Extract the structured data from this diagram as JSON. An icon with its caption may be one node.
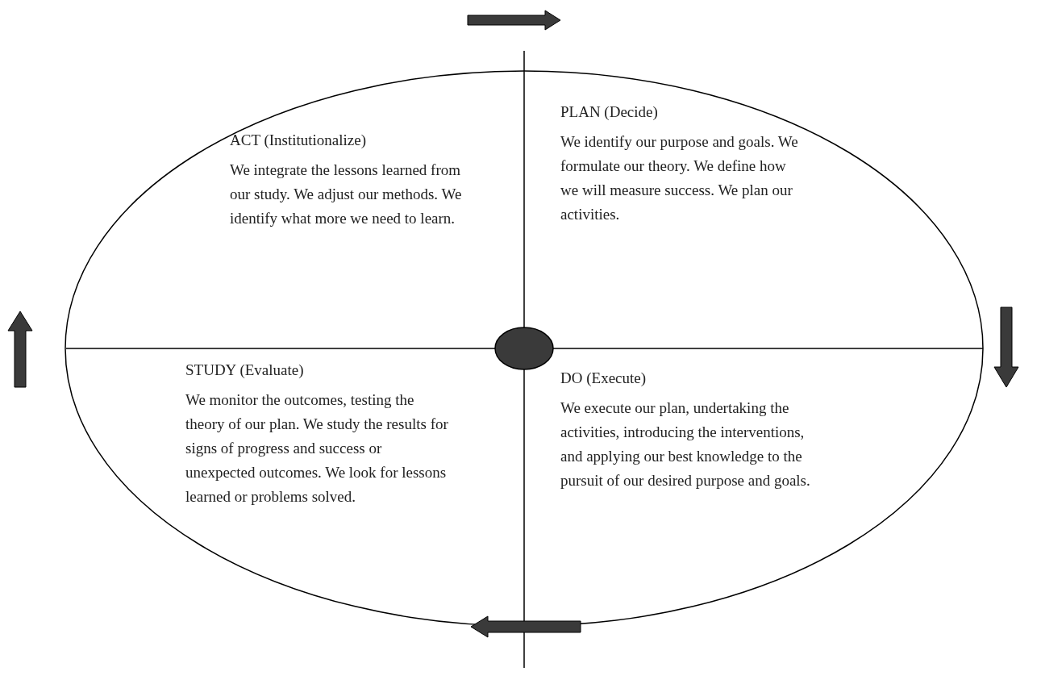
{
  "diagram": {
    "nodes": [
      {
        "text": [],
        "shape": "ellipse"
      },
      {
        "text": [
          "ACT (Institutionalize)",
          "We integrate the lessons learned from our study. We adjust our methods. We identify what more we need to learn."
        ],
        "in": 0
      },
      {
        "text": [
          "PLAN (Decide)",
          "We identify our purpose and goals. We formulate our theory. We define how we will measure success. We plan our activities."
        ],
        "in": 0
      },
      {
        "text": [],
        "shape": "ellipse",
        "in": 0
      },
      {
        "text": [
          "STUDY (Evaluate)",
          "We monitor the outcomes, testing the theory of our plan. We study the results for signs of progress and success or unexpected outcomes. We look for lessons learned or problems solved."
        ],
        "in": 0
      },
      {
        "text": [
          "DO (Execute)",
          "We execute our plan, undertaking the activities, introducing the interventions, and applying our best knowledge to the pursuit of our desired purpose and goals."
        ],
        "in": 0
      }
    ],
    "edges": []
  }
}
